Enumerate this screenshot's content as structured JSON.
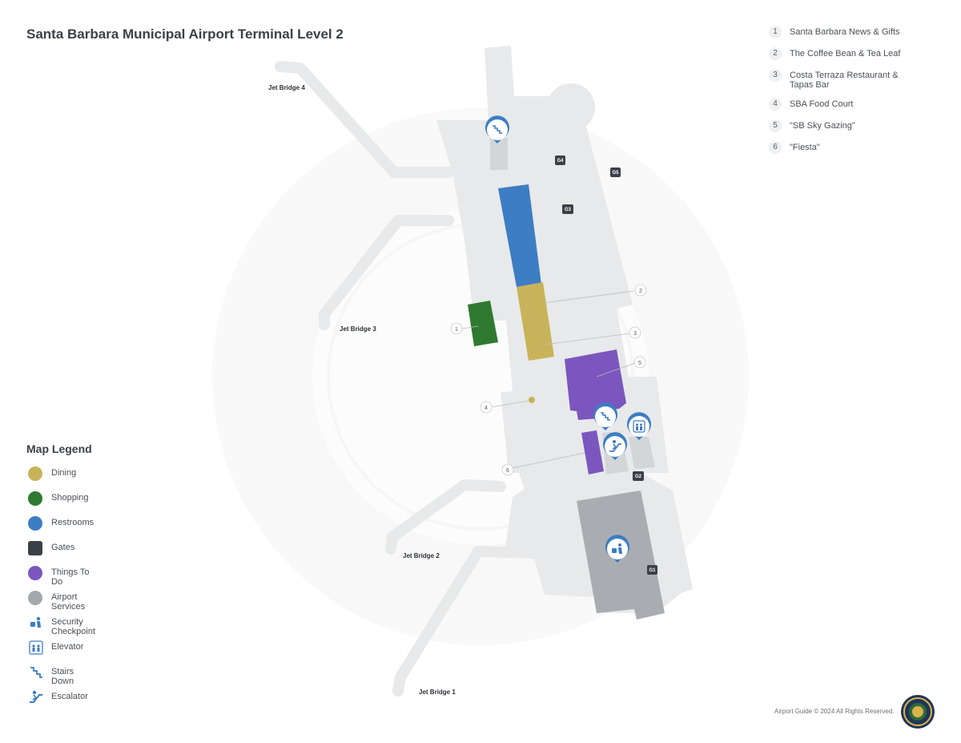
{
  "title": "Santa Barbara Municipal Airport Terminal Level 2",
  "points_of_interest": [
    {
      "number": "1",
      "name": "Santa Barbara News & Gifts"
    },
    {
      "number": "2",
      "name": "The Coffee Bean & Tea Leaf"
    },
    {
      "number": "3",
      "name": "Costa Terraza Restaurant & Tapas Bar"
    },
    {
      "number": "4",
      "name": "SBA Food Court"
    },
    {
      "number": "5",
      "name": "\"SB Sky Gazing\""
    },
    {
      "number": "6",
      "name": "\"Fiesta\""
    }
  ],
  "jet_bridges": [
    "Jet Bridge 4",
    "Jet Bridge 3",
    "Jet Bridge 2",
    "Jet Bridge 1"
  ],
  "gates": [
    "G4",
    "G5",
    "G3",
    "G2",
    "G1"
  ],
  "map_markers": [
    "1",
    "2",
    "3",
    "4",
    "5",
    "6"
  ],
  "legend": {
    "title": "Map Legend",
    "items": [
      {
        "label": "Dining",
        "color": "#c9b35a",
        "icon": "dining-swatch"
      },
      {
        "label": "Shopping",
        "color": "#2e7a30",
        "icon": "shopping-swatch"
      },
      {
        "label": "Restrooms",
        "color": "#3d7dc4",
        "icon": "restrooms-swatch"
      },
      {
        "label": "Gates",
        "color": "#3a4048",
        "icon": "gates-swatch"
      },
      {
        "label": "Things To Do",
        "color": "#7b56bf",
        "icon": "things-to-do-swatch"
      },
      {
        "label": "Airport Services",
        "color": "#a3a8ad",
        "icon": "airport-services-swatch"
      },
      {
        "label": "Security Checkpoint",
        "color": "#3d7dc4",
        "icon": "security-checkpoint-icon"
      },
      {
        "label": "Elevator",
        "color": "#3d7dc4",
        "icon": "elevator-icon"
      },
      {
        "label": "Stairs Down",
        "color": "#3d7dc4",
        "icon": "stairs-down-icon"
      },
      {
        "label": "Escalator",
        "color": "#3d7dc4",
        "icon": "escalator-icon"
      }
    ]
  },
  "footer": "Airport Guide © 2024 All Rights Reserved."
}
